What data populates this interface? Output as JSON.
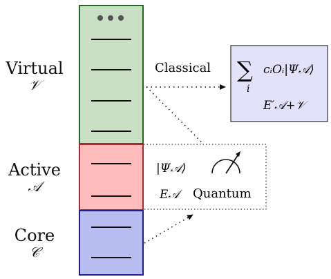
{
  "labels": {
    "virtual": {
      "name": "Virtual",
      "symbol": "𝒱"
    },
    "active": {
      "name": "Active",
      "symbol": "𝒜"
    },
    "core": {
      "name": "Core",
      "symbol": "𝒞"
    }
  },
  "virtual_top": "•••",
  "classical": {
    "label": "Classical",
    "sum_symbol": "∑",
    "sum_index": "i",
    "term": "cᵢOᵢ|Ψ𝒜⟩",
    "energy": "E′𝒜+𝒱"
  },
  "quantum": {
    "label": "Quantum",
    "state": "|Ψ𝒜⟩",
    "energy": "E𝒜"
  },
  "colors": {
    "virtual_fill": "#c9e0c5",
    "virtual_border": "#1f6b1f",
    "active_fill": "#ffbcbc",
    "active_border": "#b3262f",
    "core_fill": "#b7bdf1",
    "core_border": "#1f1f8f",
    "classical_box_fill": "#e2e3fb"
  }
}
